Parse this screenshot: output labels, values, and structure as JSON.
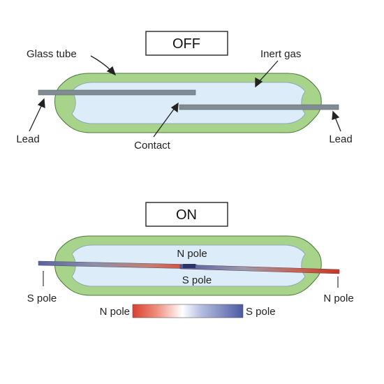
{
  "off_diagram": {
    "state_label": "OFF",
    "labels": {
      "glass_tube": "Glass tube",
      "inert_gas": "Inert gas",
      "lead_left": "Lead",
      "lead_right": "Lead",
      "contact": "Contact"
    }
  },
  "on_diagram": {
    "state_label": "ON",
    "labels": {
      "n_pole_top": "N pole",
      "s_pole_center": "S pole",
      "s_pole_left": "S pole",
      "n_pole_right": "N pole"
    },
    "gradient_bar": {
      "left_label": "N pole",
      "right_label": "S pole"
    }
  },
  "colors": {
    "glass": "#a7d38a",
    "glass_stroke": "#4d7a3a",
    "gas": "#dcecf8",
    "gas_stroke": "#8fa9bd",
    "lead": "#7f8c94",
    "n_pole": "#d9402f",
    "s_pole": "#4c5aa3"
  }
}
